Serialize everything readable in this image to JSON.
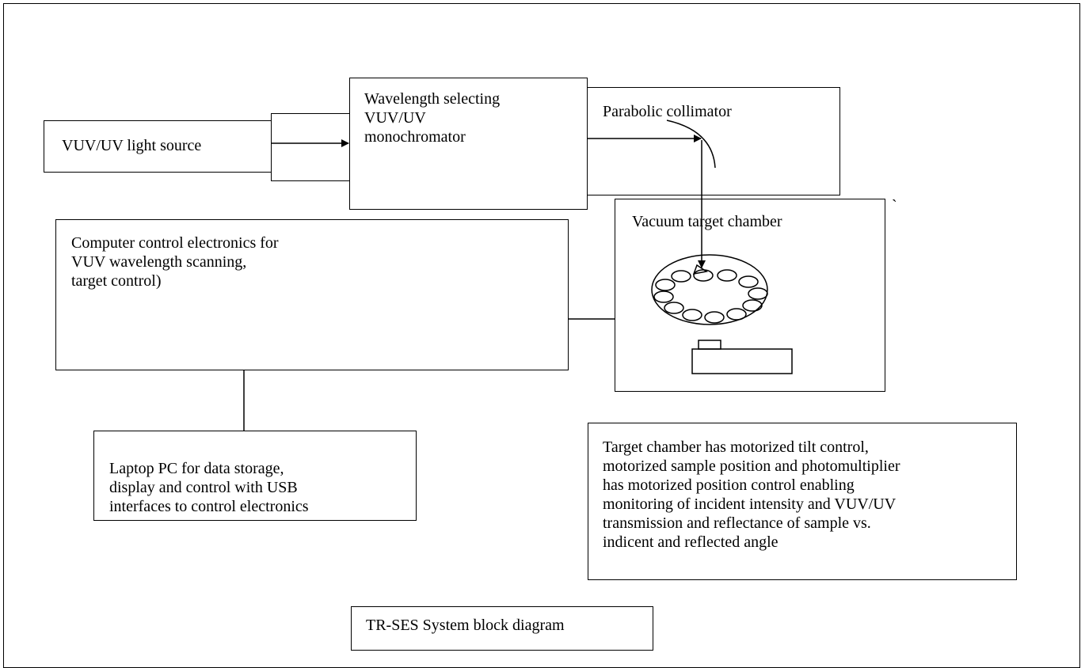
{
  "diagram": {
    "light_source": "VUV/UV light source",
    "monochromator": "Wavelength selecting\nVUV/UV\nmonochromator",
    "collimator": "Parabolic collimator",
    "chamber": "Vacuum target chamber",
    "control_electronics": "Computer control electronics for\nVUV wavelength scanning,\n target control)",
    "laptop": "Laptop PC for data storage,\ndisplay and control with USB\ninterfaces to control electronics",
    "chamber_note": "Target chamber has motorized tilt control,\nmotorized sample position and photomultiplier\nhas motorized position control enabling\nmonitoring of incident intensity and VUV/UV\ntransmission and reflectance of sample vs.\nindicent and reflected angle",
    "caption": "TR-SES System block diagram",
    "stray_mark": "`"
  }
}
